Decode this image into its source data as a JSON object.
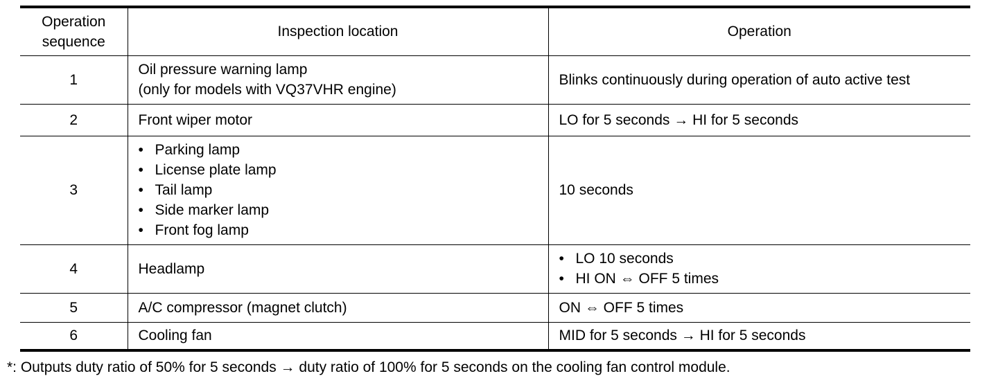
{
  "table": {
    "headers": {
      "sequence": [
        "Operation",
        "sequence"
      ],
      "location": "Inspection location",
      "operation": "Operation"
    },
    "rows": [
      {
        "seq": "1",
        "location_lines": [
          "Oil pressure warning lamp",
          "(only for models with VQ37VHR engine)"
        ],
        "operation": "Blinks continuously during operation of auto active test"
      },
      {
        "seq": "2",
        "location": "Front wiper motor",
        "operation": "LO for 5 seconds → HI for 5 seconds"
      },
      {
        "seq": "3",
        "bullet": "•",
        "location_items": [
          "Parking lamp",
          "License plate lamp",
          "Tail lamp",
          "Side marker lamp",
          "Front fog lamp"
        ],
        "operation": "10 seconds"
      },
      {
        "seq": "4",
        "location": "Headlamp",
        "bullet": "•",
        "operation_items": [
          "LO 10 seconds",
          "HI ON ⇔ OFF 5 times"
        ]
      },
      {
        "seq": "5",
        "location": "A/C compressor (magnet clutch)",
        "operation": "ON ⇔ OFF 5 times"
      },
      {
        "seq": "6",
        "location": "Cooling fan",
        "operation": "MID for 5 seconds → HI for 5 seconds"
      }
    ]
  },
  "footnote": "*: Outputs duty ratio of 50% for 5 seconds → duty ratio of 100% for 5 seconds on the cooling fan control module."
}
